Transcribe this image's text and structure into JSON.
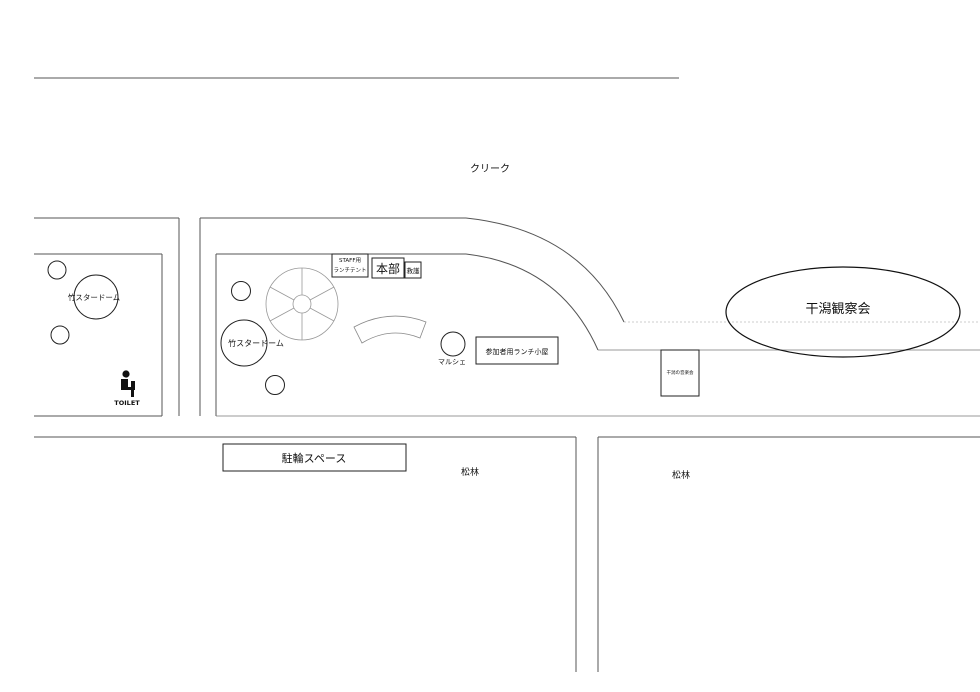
{
  "map": {
    "labels": {
      "creek": "クリーク",
      "bamboo_dome_left": "竹スタードーム",
      "bamboo_dome_center": "竹スタードーム",
      "toilet": "TOILET",
      "staff_tent_line1": "STAFF用",
      "staff_tent_line2": "ランチテント",
      "headquarters": "本部",
      "first_aid": "救護",
      "marche": "マルシェ",
      "participant_lunch": "参加者用ランチ小屋",
      "tidal_flat_booth": "干潟の音楽会",
      "tidal_flat_event": "干潟観察会",
      "bicycle_parking": "駐輪スペース",
      "pine_forest_left": "松林",
      "pine_forest_right": "松林"
    },
    "icons": [
      "toilet-person-icon"
    ]
  }
}
